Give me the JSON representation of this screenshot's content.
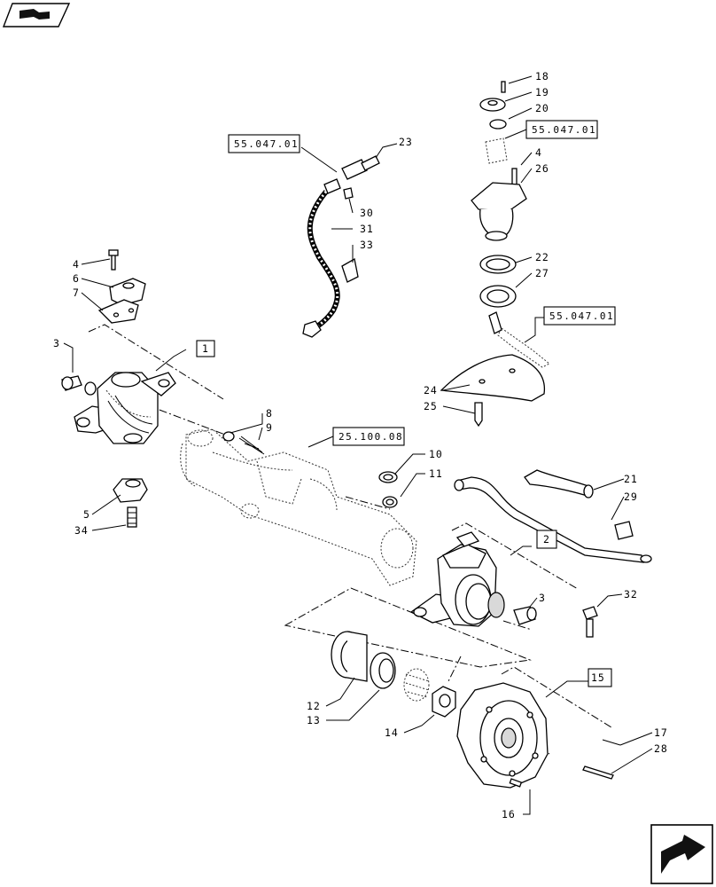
{
  "callouts": {
    "c1": "1",
    "c2": "2",
    "c3a": "3",
    "c3b": "3",
    "c4a": "4",
    "c4b": "4",
    "c5": "5",
    "c6": "6",
    "c7": "7",
    "c8": "8",
    "c9": "9",
    "c10": "10",
    "c11": "11",
    "c12": "12",
    "c13": "13",
    "c14": "14",
    "c15": "15",
    "c16": "16",
    "c17": "17",
    "c18": "18",
    "c19": "19",
    "c20": "20",
    "c21": "21",
    "c22": "22",
    "c23": "23",
    "c24": "24",
    "c25": "25",
    "c26": "26",
    "c27": "27",
    "c28": "28",
    "c29": "29",
    "c30": "30",
    "c31": "31",
    "c33": "33",
    "c32": "32",
    "c34": "34"
  },
  "references": {
    "ref_hose": "55.047.01",
    "ref_top": "55.047.01",
    "ref_sensor": "55.047.01",
    "ref_axle": "25.100.08"
  },
  "nav": {
    "top_icon": "book-icon",
    "bottom_icon": "next-page-arrow-icon"
  }
}
